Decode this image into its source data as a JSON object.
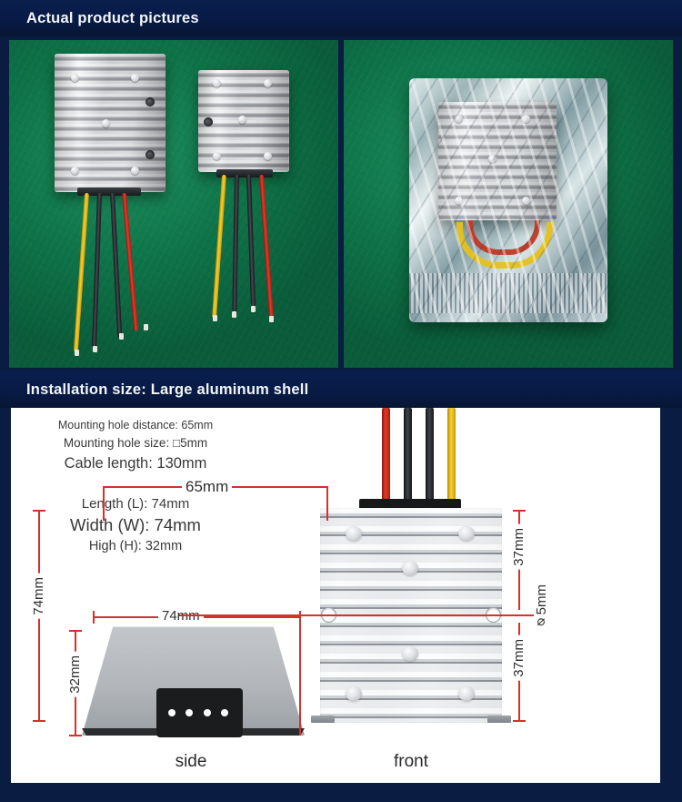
{
  "banners": {
    "photos_title": "Actual product pictures",
    "install_title": "Installation size: Large aluminum shell"
  },
  "photos": [
    {
      "name": "two-converters-on-green-mat",
      "alt": "Two aluminum shell DC converters with yellow, black and red wires on a green work mat"
    },
    {
      "name": "converter-in-antistatic-bag",
      "alt": "Aluminum shell DC converter sealed inside a transparent anti-static bag on a green work mat"
    }
  ],
  "specs": {
    "mounting_hole_distance": "Mounting hole distance: 65mm",
    "mounting_hole_size": "Mounting hole size: □5mm",
    "cable_length": "Cable length: 130mm",
    "length": "Length (L): 74mm",
    "width": "Width (W): 74mm",
    "high": "High (H): 32mm"
  },
  "side_view": {
    "label": "side",
    "width_dim": "74mm",
    "height_dim": "32mm"
  },
  "front_view": {
    "label": "front",
    "hole_distance_dim": "65mm",
    "height_dim": "74mm",
    "upper_segment_dim": "37mm",
    "lower_segment_dim": "37mm",
    "hole_diameter_dim": "⌀5mm"
  },
  "colors": {
    "banner_background": "#081f4d",
    "banner_text": "#f2f6fc",
    "panel_background": "#ffffff",
    "dimension_line": "#d4322c",
    "dimension_text": "#2f2f2f",
    "spec_text": "#3a3a3a",
    "mat_green": "#0e7348",
    "wire_red": "#e23b2a",
    "wire_black": "#1a1c1f",
    "wire_yellow": "#f6d32d"
  }
}
